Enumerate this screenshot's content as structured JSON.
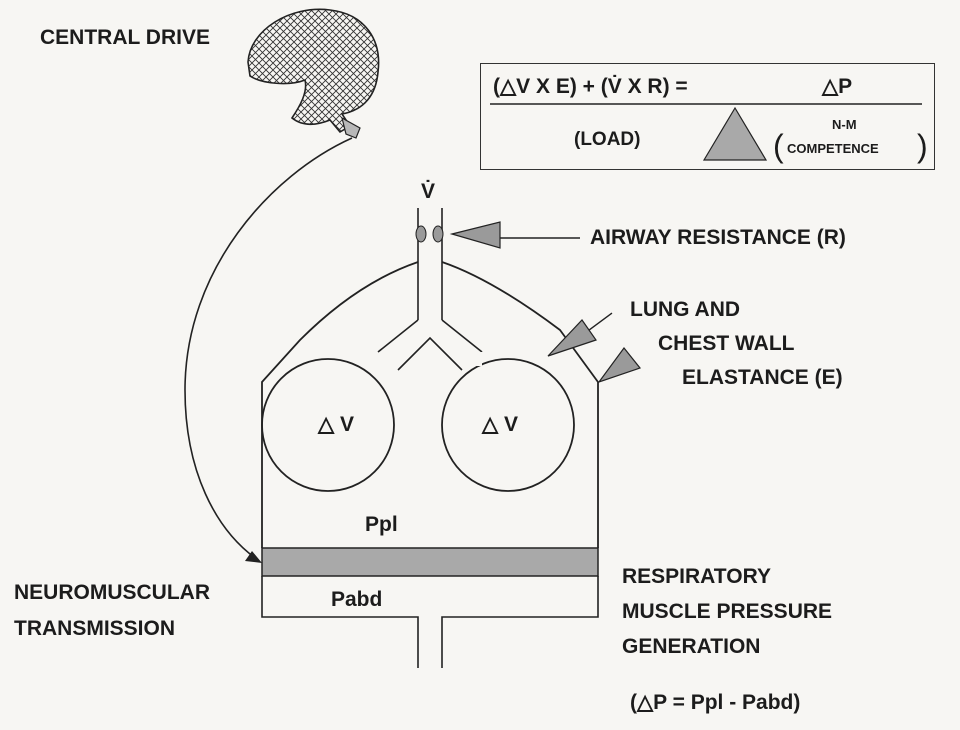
{
  "labels": {
    "central_drive": "CENTRAL DRIVE",
    "v_dot": "V̇",
    "airway_resistance": "AIRWAY  RESISTANCE (R)",
    "lung_and": "LUNG AND",
    "chest_wall": "CHEST WALL",
    "elastance": "ELASTANCE (E)",
    "delta_v_left": "△ V",
    "delta_v_right": "△ V",
    "ppl": "Ppl",
    "pabd": "Pabd",
    "neuromuscular": "NEUROMUSCULAR",
    "transmission": "TRANSMISSION",
    "respiratory": "RESPIRATORY",
    "muscle_pressure": "MUSCLE PRESSURE",
    "generation": "GENERATION",
    "delta_p_formula": "(△P = Ppl - Pabd)"
  },
  "equation": {
    "numerator_left": "(△V X E) + (V̇ X R) =",
    "numerator_right": "△P",
    "load": "(LOAD)",
    "nm": "N-M",
    "competence": "COMPETENCE",
    "paren_open": "(",
    "paren_close": ")"
  },
  "colors": {
    "ink": "#1c1c1c",
    "shade": "#a9a9a9",
    "background": "#f7f6f3"
  }
}
